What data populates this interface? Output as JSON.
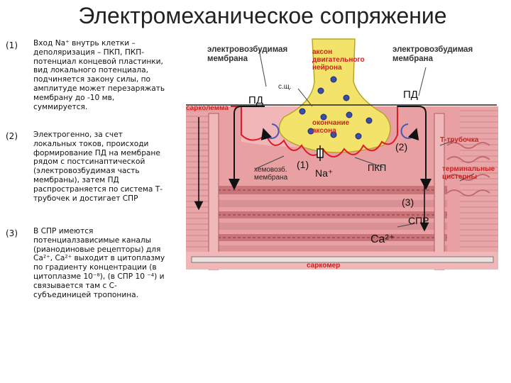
{
  "title": "Электромеханическое сопряжение",
  "list": [
    {
      "num": "(1)",
      "text": "Вход Na⁺ внутрь клетки – деполяризация – ПКП, ПКП-потенциал концевой пластинки, вид локального потенциала, подчиняется закону силы, по амплитуде может перезаряжать мембрану до -10 мв, суммируется."
    },
    {
      "num": "(2)",
      "text": "Электрогенно, за счет локальных токов, происходи формирование ПД на мембране рядом с постсинаптической (электровозбудимая часть мембраны), затем ПД распространяется по система Т-трубочек и достигает СПР"
    },
    {
      "num": "(3)",
      "text": "В СПР имеются потенциалзависимые каналы (рианодиновые рецепторы) для Ca²⁺, Ca²⁺ выходит в цитоплазму по градиенту концентрации (в цитоплазме 10⁻⁸), (в СПР 10 ⁻⁴) и связывается там с С-субъединицей тропонина."
    }
  ],
  "diagram": {
    "membrane_left": "электровозбудимая\nмембрана",
    "membrane_right": "электровозбудимая\nмембрана",
    "axon": "аксон\nдвигательного\nнейрона",
    "sc": "с.щ.",
    "axon_ending": "окончание\nаксона",
    "sarcolemma": "сарколемма",
    "pd_left": "ПД",
    "pd_right": "ПД",
    "t_tubule": "Т-трубочка",
    "terminal_cisterns": "терминальные\nцистерны",
    "chemo": "хемовозб.\nмембрана",
    "na": "Na⁺",
    "pkp": "ПКП",
    "n1": "(1)",
    "n2": "(2)",
    "n3": "(3)",
    "spr": "СПР",
    "ca": "Ca²⁺",
    "sarcomere": "саркомер"
  },
  "colors": {
    "fiber": "#e8a0a2",
    "fiber_dark": "#c86a6e",
    "axon": "#f3e36a",
    "label_red": "#cc2222",
    "vesicle": "#3a4fa8"
  }
}
